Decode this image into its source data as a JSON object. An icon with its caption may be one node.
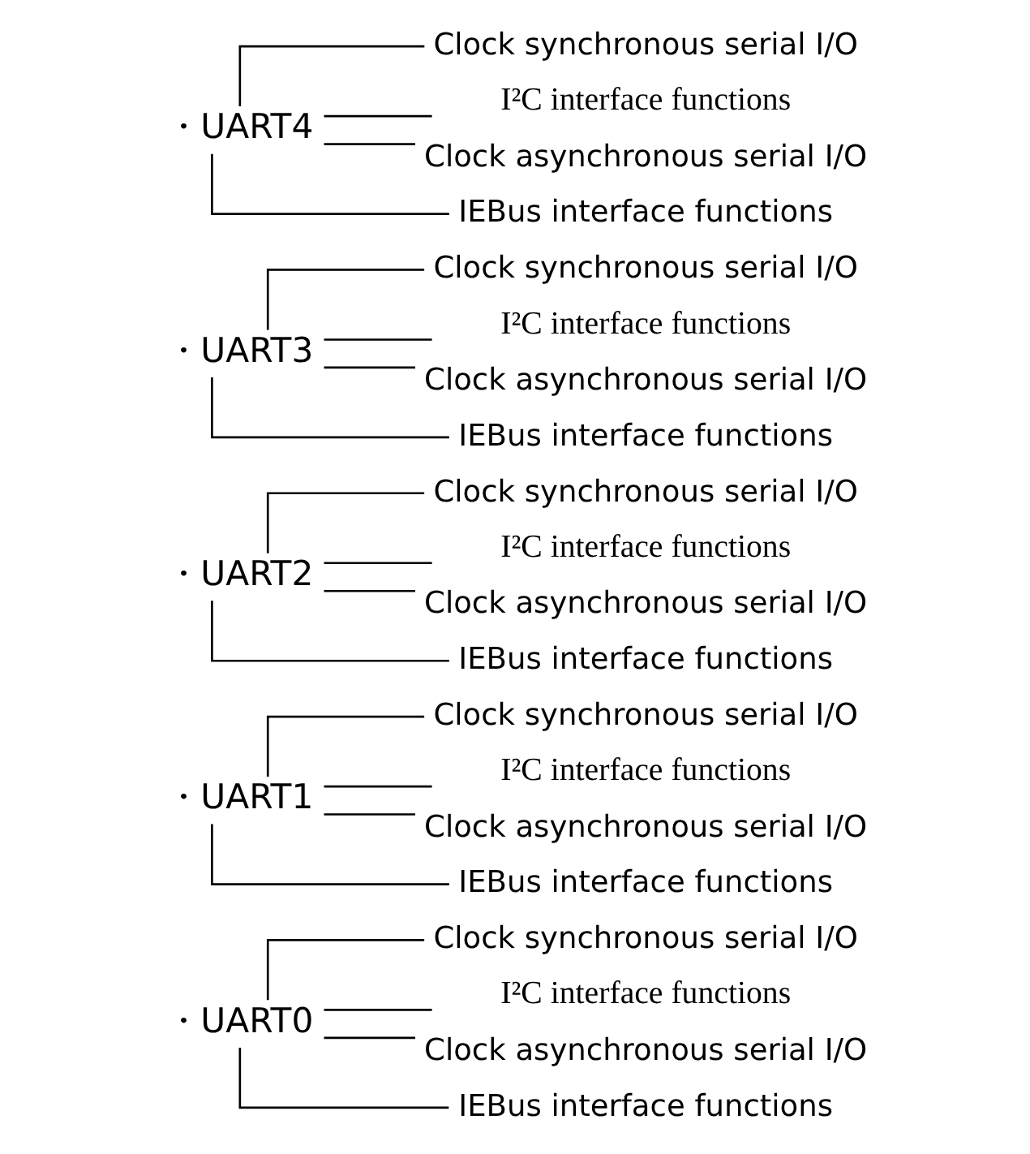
{
  "diagram": {
    "nodes": [
      {
        "text": [
          "・UART0"
        ]
      },
      {
        "text": [
          "Clock synchronous serial I/O"
        ]
      },
      {
        "text": [
          "I²C interface functions"
        ]
      },
      {
        "text": [
          "Clock asynchronous serial I/O"
        ]
      },
      {
        "text": [
          "IEBus interface functions"
        ]
      },
      {
        "text": [
          "・UART1"
        ]
      },
      {
        "text": [
          "Clock synchronous serial I/O"
        ]
      },
      {
        "text": [
          "I²C interface functions"
        ]
      },
      {
        "text": [
          "Clock asynchronous serial I/O"
        ]
      },
      {
        "text": [
          "IEBus interface functions"
        ]
      },
      {
        "text": [
          "・UART2"
        ]
      },
      {
        "text": [
          "Clock synchronous serial I/O"
        ]
      },
      {
        "text": [
          "I²C interface functions"
        ]
      },
      {
        "text": [
          "Clock asynchronous serial I/O"
        ]
      },
      {
        "text": [
          "IEBus interface functions"
        ]
      },
      {
        "text": [
          "・UART3"
        ]
      },
      {
        "text": [
          "Clock synchronous serial I/O"
        ]
      },
      {
        "text": [
          "I²C interface functions"
        ]
      },
      {
        "text": [
          "Clock asynchronous serial I/O"
        ]
      },
      {
        "text": [
          "IEBus interface functions"
        ]
      },
      {
        "text": [
          "・UART4"
        ]
      },
      {
        "text": [
          "Clock synchronous serial I/O"
        ]
      },
      {
        "text": [
          "I²C interface functions"
        ]
      },
      {
        "text": [
          "Clock asynchronous serial I/O"
        ]
      },
      {
        "text": [
          "IEBus interface functions"
        ]
      }
    ],
    "edges": [
      {
        "from": 0,
        "to": 1,
        "arrow": "none"
      },
      {
        "from": 0,
        "to": 2,
        "arrow": "none"
      },
      {
        "from": 0,
        "to": 3,
        "arrow": "none"
      },
      {
        "from": 0,
        "to": 4,
        "arrow": "none"
      },
      {
        "from": 5,
        "to": 6,
        "arrow": "none"
      },
      {
        "from": 5,
        "to": 7,
        "arrow": "none"
      },
      {
        "from": 5,
        "to": 8,
        "arrow": "none"
      },
      {
        "from": 5,
        "to": 9,
        "arrow": "none"
      },
      {
        "from": 10,
        "to": 11,
        "arrow": "none"
      },
      {
        "from": 10,
        "to": 12,
        "arrow": "none"
      },
      {
        "from": 10,
        "to": 13,
        "arrow": "none"
      },
      {
        "from": 10,
        "to": 14,
        "arrow": "none"
      },
      {
        "from": 15,
        "to": 16,
        "arrow": "none"
      },
      {
        "from": 15,
        "to": 17,
        "arrow": "none"
      },
      {
        "from": 15,
        "to": 18,
        "arrow": "none"
      },
      {
        "from": 15,
        "to": 19,
        "arrow": "none"
      },
      {
        "from": 20,
        "to": 21,
        "arrow": "none"
      },
      {
        "from": 20,
        "to": 22,
        "arrow": "none"
      },
      {
        "from": 20,
        "to": 23,
        "arrow": "none"
      },
      {
        "from": 20,
        "to": 24,
        "arrow": "none"
      }
    ]
  }
}
